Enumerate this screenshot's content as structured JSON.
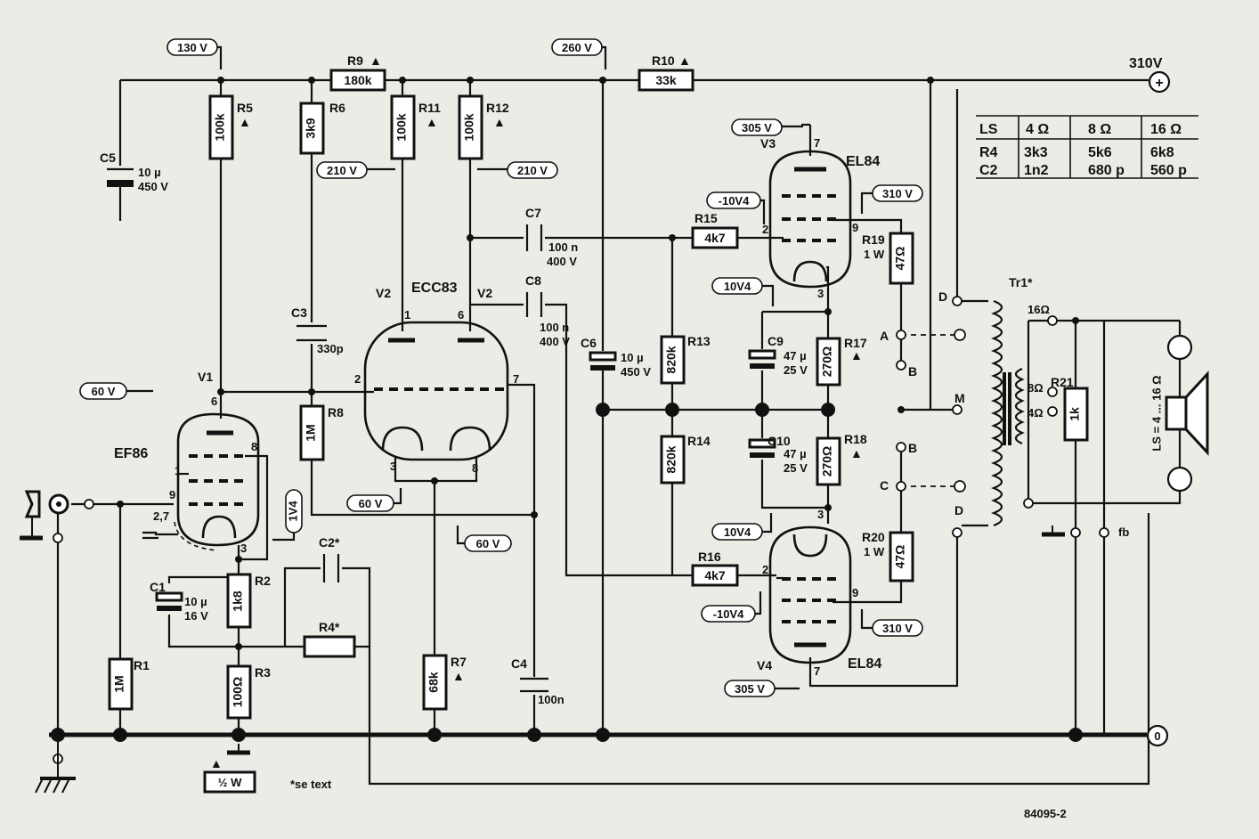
{
  "supply": {
    "top_voltage": "310V",
    "plus_symbol": "+",
    "ground_symbol": "0"
  },
  "figure_id": "84095-2",
  "footnote": "*se text",
  "legend_wattage": "½ W",
  "arrow_symbol": "▲",
  "tubes": {
    "v1": {
      "ref": "V1",
      "type": "EF86",
      "pins": {
        "p6": "6",
        "p8": "8",
        "p1": "1",
        "p9": "9",
        "p3": "3"
      }
    },
    "v2": {
      "ref": "V2",
      "ref_right": "V2",
      "type": "ECC83",
      "pins": {
        "p1": "1",
        "p6": "6",
        "p2": "2",
        "p7": "7",
        "p3": "3",
        "p8": "8"
      }
    },
    "v3": {
      "ref": "V3",
      "type": "EL84",
      "pins": {
        "p7": "7",
        "p2": "2",
        "p9": "9",
        "p3": "3"
      }
    },
    "v4": {
      "ref": "V4",
      "type": "EL84",
      "pins": {
        "p3": "3",
        "p2": "2",
        "p9": "9",
        "p7": "7"
      }
    }
  },
  "voltages": {
    "v130": "130 V",
    "v260": "260 V",
    "v210a": "210 V",
    "v210b": "210 V",
    "v305a": "305 V",
    "v305b": "305 V",
    "vm10a": "-10V4",
    "vm10b": "-10V4",
    "v10a": "10V4",
    "v10b": "10V4",
    "v310a": "310 V",
    "v310b": "310 V",
    "v60a": "60 V",
    "v60b": "60 V",
    "v60c": "60 V",
    "v1v4": "1V4",
    "v27": "2,7"
  },
  "resistors": {
    "r1": {
      "ref": "R1",
      "value": "1M"
    },
    "r2": {
      "ref": "R2",
      "value": "1k8"
    },
    "r3": {
      "ref": "R3",
      "value": "100Ω"
    },
    "r4": {
      "ref": "R4*",
      "value": ""
    },
    "r5": {
      "ref": "R5",
      "value": "100k"
    },
    "r6": {
      "ref": "R6",
      "value": "3k9"
    },
    "r7": {
      "ref": "R7",
      "value": "68k"
    },
    "r8": {
      "ref": "R8",
      "value": "1M"
    },
    "r9": {
      "ref": "R9",
      "value": "180k"
    },
    "r10": {
      "ref": "R10",
      "value": "33k"
    },
    "r11": {
      "ref": "R11",
      "value": "100k"
    },
    "r12": {
      "ref": "R12",
      "value": "100k"
    },
    "r13": {
      "ref": "R13",
      "value": "820k"
    },
    "r14": {
      "ref": "R14",
      "value": "820k"
    },
    "r15": {
      "ref": "R15",
      "value": "4k7"
    },
    "r16": {
      "ref": "R16",
      "value": "4k7"
    },
    "r17": {
      "ref": "R17",
      "value": "270Ω"
    },
    "r18": {
      "ref": "R18",
      "value": "270Ω"
    },
    "r19": {
      "ref": "R19",
      "sub": "1 W",
      "value": "47Ω"
    },
    "r20": {
      "ref": "R20",
      "sub": "1 W",
      "value": "47Ω"
    },
    "r21": {
      "ref": "R21",
      "value": "1k"
    }
  },
  "capacitors": {
    "c1": {
      "ref": "C1",
      "value": "10 µ",
      "voltage": "16 V"
    },
    "c2": {
      "ref": "C2*"
    },
    "c3": {
      "ref": "C3",
      "value": "330p"
    },
    "c4": {
      "ref": "C4",
      "value": "100n"
    },
    "c5": {
      "ref": "C5",
      "value": "10 µ",
      "voltage": "450 V"
    },
    "c6": {
      "ref": "C6",
      "value": "10 µ",
      "voltage": "450 V"
    },
    "c7": {
      "ref": "C7",
      "value": "100 n",
      "voltage": "400 V"
    },
    "c8": {
      "ref": "C8",
      "value": "100 n",
      "voltage": "400 V"
    },
    "c9": {
      "ref": "C9",
      "value": "47 µ",
      "voltage": "25 V"
    },
    "c10": {
      "ref": "C10",
      "value": "47 µ",
      "voltage": "25 V"
    }
  },
  "transformer": {
    "ref": "Tr1*",
    "taps": {
      "d1": "D",
      "a": "A",
      "b1": "B",
      "m": "M",
      "b2": "B",
      "c": "C",
      "d2": "D"
    },
    "secondary": {
      "t16": "16Ω",
      "t8": "8Ω",
      "t4": "4Ω"
    },
    "fb": "fb",
    "speaker_label": "LS = 4 ... 16 Ω"
  },
  "table": {
    "header": [
      "LS",
      "4 Ω",
      "8 Ω",
      "16 Ω"
    ],
    "rows": [
      [
        "R4",
        "3k3",
        "5k6",
        "6k8"
      ],
      [
        "C2",
        "1n2",
        "680 p",
        "560 p"
      ]
    ]
  }
}
